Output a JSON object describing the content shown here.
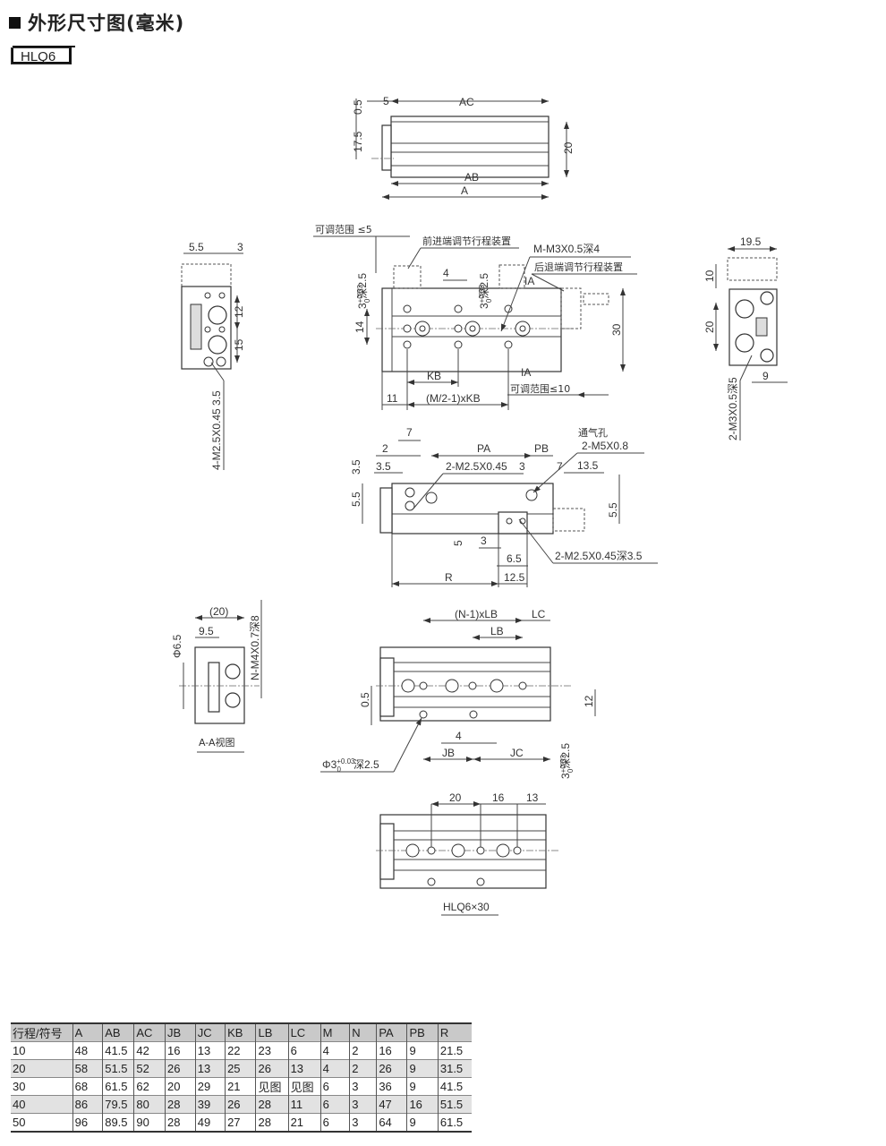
{
  "header": {
    "title": "外形尺寸图(毫米)",
    "model": "HLQ6"
  },
  "top_view": {
    "d05": "0.5",
    "d5": "5",
    "ac": "AC",
    "d175": "17.5",
    "d20": "20",
    "ab": "AB",
    "a": "A"
  },
  "front_view": {
    "adj5": "可调范围 ≤5",
    "fwd_device": "前进端调节行程装置",
    "m_thread": "M-M3X0.5深4",
    "rev_device": "后退端调节行程装置",
    "tol_base": "3",
    "tol_up": "+0.03",
    "tol_lo": "0",
    "tol_depth": "深2.5",
    "d4": "4",
    "ia_top": "IA",
    "ia_bottom": "IA",
    "d14": "14",
    "d30": "30",
    "kb": "KB",
    "d11": "11",
    "mkb": "(M/2-1)xKB",
    "adj10": "可调范围≤10"
  },
  "left_view": {
    "d55": "5.5",
    "d3": "3",
    "d12": "12",
    "d15": "15",
    "thread": "4-M2.5X0.45  3.5"
  },
  "right_view": {
    "d195": "19.5",
    "d10": "10",
    "d20": "20",
    "d9": "9",
    "thread": "2-M3X0.5深5"
  },
  "bottom_view": {
    "d7": "7",
    "d2": "2",
    "pa": "PA",
    "pb": "PB",
    "vent": "通气孔",
    "vent_thread": "2-M5X0.8",
    "d35a": "3.5",
    "d35b": "3.5",
    "thread1": "2-M2.5X0.45",
    "d3a": "3",
    "d7b": "7",
    "d135": "13.5",
    "d55a": "5.5",
    "d55b": "5.5",
    "d5": "5",
    "d3b": "3",
    "d65": "6.5",
    "thread2": "2-M2.5X0.45深3.5",
    "r": "R",
    "d125": "12.5"
  },
  "aa_view": {
    "d20": "(20)",
    "d95": "9.5",
    "phi65": "Φ6.5",
    "thread": "N-M4X0.7深8",
    "caption": "A-A视图"
  },
  "table_view": {
    "nlb": "(N-1)xLB",
    "lc": "LC",
    "lb": "LB",
    "d05": "0.5",
    "d12": "12",
    "d4": "4",
    "jb": "JB",
    "jc": "JC",
    "phi": "Φ3",
    "tol_up": "+0.03",
    "tol_lo": "0",
    "depth": "深2.5",
    "tol_base": "3",
    "tol_depth": "深2.5"
  },
  "example_view": {
    "d20": "20",
    "d16": "16",
    "d13": "13",
    "caption": "HLQ6×30"
  },
  "spec_table": {
    "headers": [
      "行程/符号",
      "A",
      "AB",
      "AC",
      "JB",
      "JC",
      "KB",
      "LB",
      "LC",
      "M",
      "N",
      "PA",
      "PB",
      "R"
    ],
    "rows": [
      [
        "10",
        "48",
        "41.5",
        "42",
        "16",
        "13",
        "22",
        "23",
        "6",
        "4",
        "2",
        "16",
        "9",
        "21.5"
      ],
      [
        "20",
        "58",
        "51.5",
        "52",
        "26",
        "13",
        "25",
        "26",
        "13",
        "4",
        "2",
        "26",
        "9",
        "31.5"
      ],
      [
        "30",
        "68",
        "61.5",
        "62",
        "20",
        "29",
        "21",
        "见图",
        "见图",
        "6",
        "3",
        "36",
        "9",
        "41.5"
      ],
      [
        "40",
        "86",
        "79.5",
        "80",
        "28",
        "39",
        "26",
        "28",
        "11",
        "6",
        "3",
        "47",
        "16",
        "51.5"
      ],
      [
        "50",
        "96",
        "89.5",
        "90",
        "28",
        "49",
        "27",
        "28",
        "21",
        "6",
        "3",
        "64",
        "9",
        "61.5"
      ]
    ]
  }
}
